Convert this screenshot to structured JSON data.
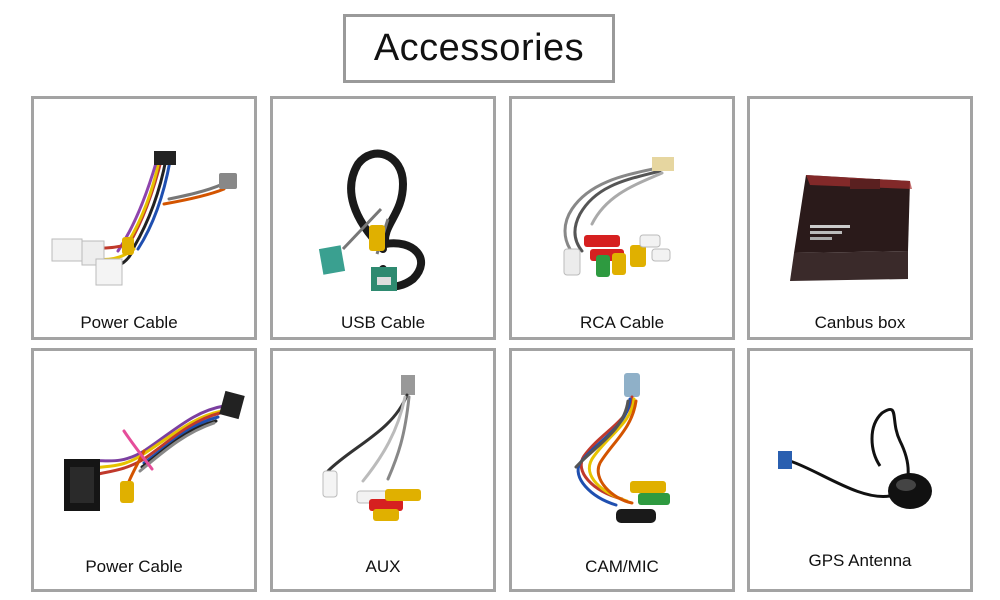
{
  "title": "Accessories",
  "items": [
    {
      "label": "Power Cable",
      "icon": "power-harness-icon"
    },
    {
      "label": "USB Cable",
      "icon": "usb-cable-icon"
    },
    {
      "label": "RCA Cable",
      "icon": "rca-cable-icon"
    },
    {
      "label": "Canbus box",
      "icon": "canbus-box-icon"
    },
    {
      "label": "Power Cable",
      "icon": "power-harness-2-icon"
    },
    {
      "label": "AUX",
      "icon": "aux-cable-icon"
    },
    {
      "label": "CAM/MIC",
      "icon": "cam-mic-cable-icon"
    },
    {
      "label": "GPS Antenna",
      "icon": "gps-antenna-icon"
    }
  ]
}
